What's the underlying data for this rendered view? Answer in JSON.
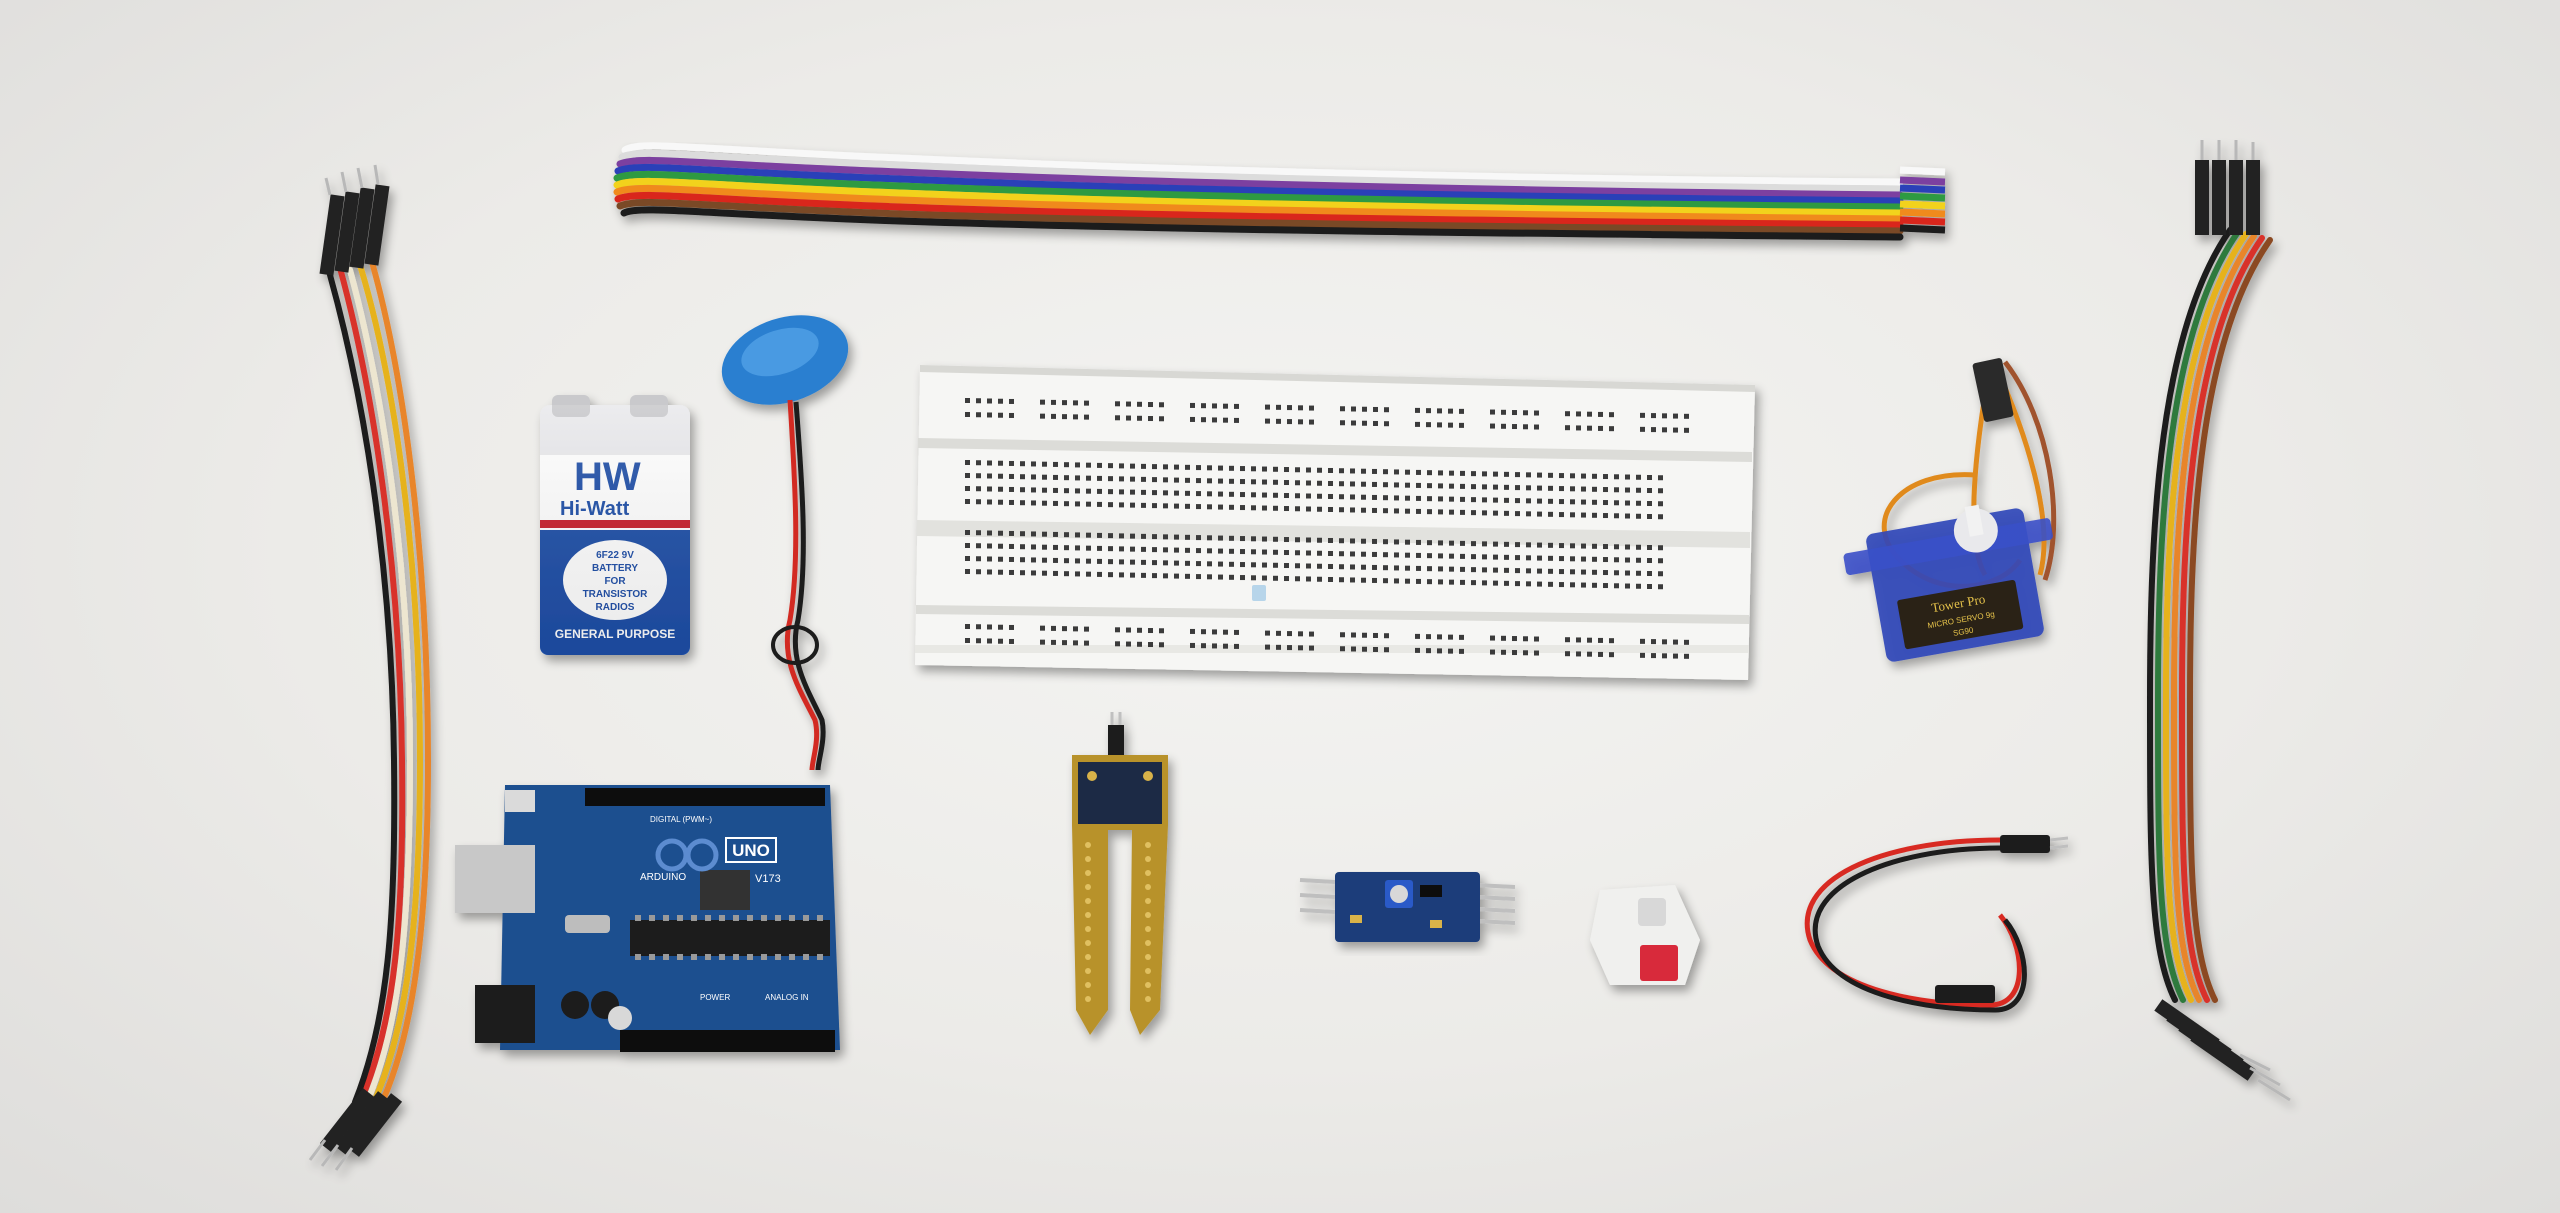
{
  "battery": {
    "brand_logo": "HW",
    "brand_name": "Hi-Watt",
    "label_line1": "6F22 9V",
    "label_line2": "BATTERY",
    "label_line3": "FOR",
    "label_line4": "TRANSISTOR",
    "label_line5": "RADIOS",
    "purpose": "GENERAL PURPOSE"
  },
  "arduino": {
    "model": "UNO",
    "brand": "ARDUINO",
    "version": "V173",
    "digital_label": "DIGITAL (PWM~)",
    "power_label": "POWER",
    "analog_label": "ANALOG IN"
  },
  "servo": {
    "brand": "Tower Pro",
    "model": "MICRO SERVO 9g",
    "code": "SG90"
  },
  "colors": {
    "background": "#ecebe8",
    "arduino_board": "#1d4f8f",
    "battery_blue": "#1f4fa8",
    "battery_red": "#c8202a",
    "module_pcb": "#1c3d7a",
    "servo_body": "#3246b8",
    "breadboard": "#f6f6f4",
    "soil_sensor_pcb": "#b8922a"
  },
  "items": [
    "ribbon-cable",
    "jumper-wires-left",
    "jumper-wires-right",
    "9v-battery",
    "buzzer",
    "breadboard",
    "servo-motor",
    "arduino-uno",
    "soil-moisture-sensor",
    "comparator-module",
    "push-button",
    "short-jumper-cable"
  ]
}
